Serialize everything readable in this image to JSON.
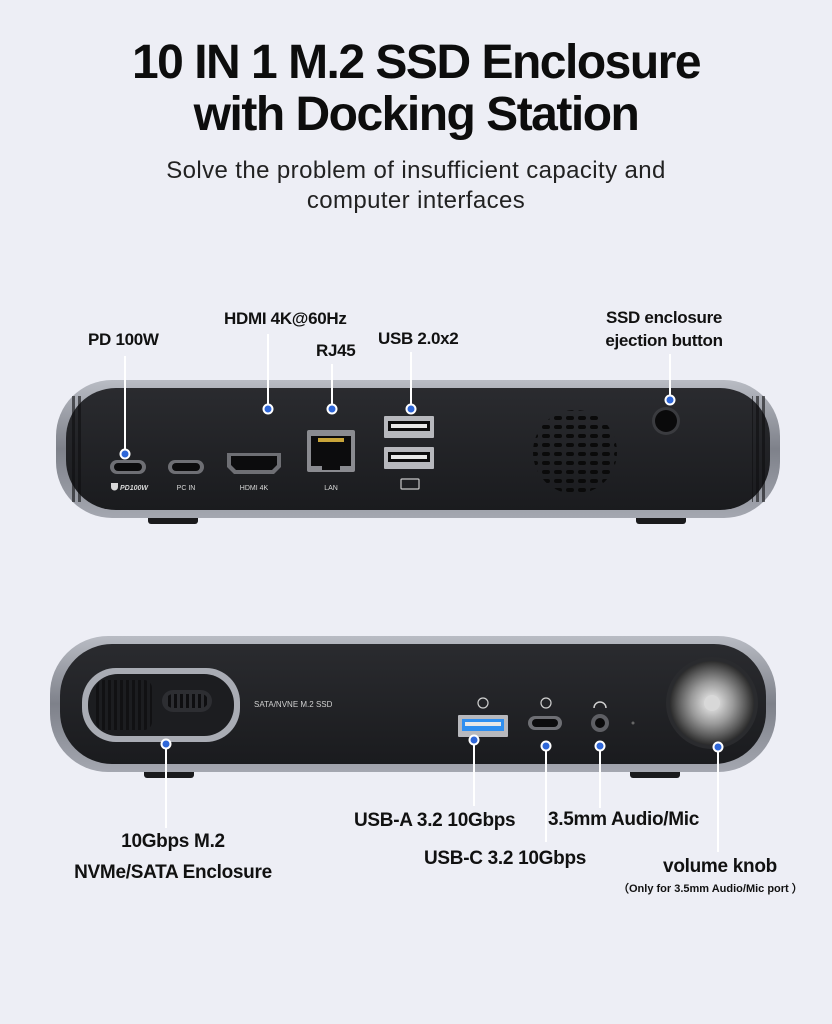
{
  "header": {
    "title_line1": "10 IN 1 M.2 SSD Enclosure",
    "title_line2": "with Docking Station",
    "subtitle_line1": "Solve the problem of insufficient capacity and",
    "subtitle_line2": "computer interfaces"
  },
  "top_panel": {
    "callouts": {
      "pd": "PD 100W",
      "hdmi": "HDMI 4K@60Hz",
      "rj45": "RJ45",
      "usb2": "USB 2.0x2",
      "eject_line1": "SSD enclosure",
      "eject_line2": "ejection button"
    },
    "port_labels": {
      "pd": "PD100W",
      "pcin": "PC IN",
      "hdmi": "HDMI 4K",
      "lan": "LAN"
    }
  },
  "bottom_panel": {
    "ssd_label": "SATA/NVNE M.2 SSD",
    "callouts": {
      "enclosure_line1": "10Gbps M.2",
      "enclosure_line2": "NVMe/SATA Enclosure",
      "usba": "USB-A 3.2 10Gbps",
      "usbc": "USB-C 3.2 10Gbps",
      "audio": "3.5mm Audio/Mic",
      "knob": "volume knob",
      "knob_note": "（Only for 3.5mm Audio/Mic port ）"
    }
  },
  "colors": {
    "background": "#edeef5",
    "device_body": "#1e1f22",
    "device_shell": "#8d9099",
    "marker_blue": "#2f67d8",
    "usb3_blue": "#2f8ff0"
  }
}
